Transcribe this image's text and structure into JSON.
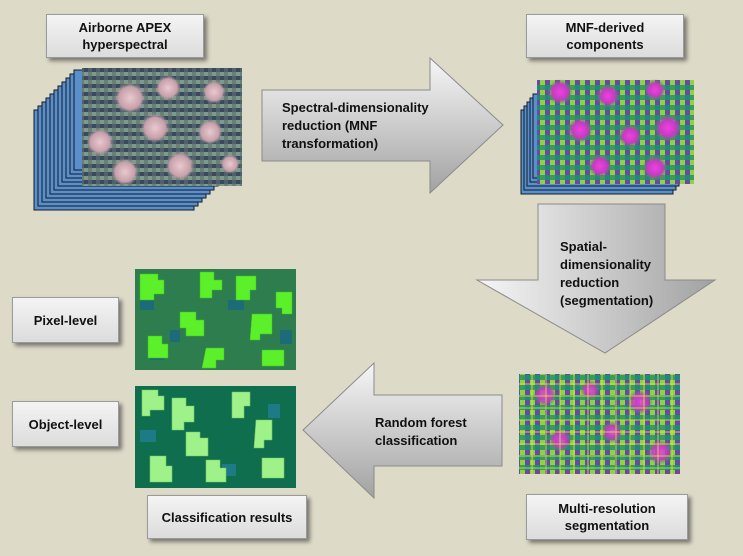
{
  "labels": {
    "apex": "Airborne APEX\nhyperspectral",
    "mnf": "MNF-derived\ncomponents",
    "spectral_arrow": "Spectral-dimensionality\nreduction (MNF\ntransformation)",
    "spatial_arrow": "Spatial-\ndimensionality\nreduction\n(segmentation)",
    "rf_arrow": "Random forest\nclassification",
    "multires": "Multi-resolution\nsegmentation",
    "pixel": "Pixel-level",
    "object": "Object-level",
    "results": "Classification results"
  },
  "colors": {
    "background": "#dddac8",
    "arrow_fill_light": "#f3f3f3",
    "arrow_fill_dark": "#9c9c9c",
    "stack_layer": "#5b8fc9",
    "pixel_bg": "#2e7d4f",
    "pixel_crown": "#5cf02a",
    "object_bg": "#0f6e4e",
    "object_crown": "#9ff28a"
  }
}
